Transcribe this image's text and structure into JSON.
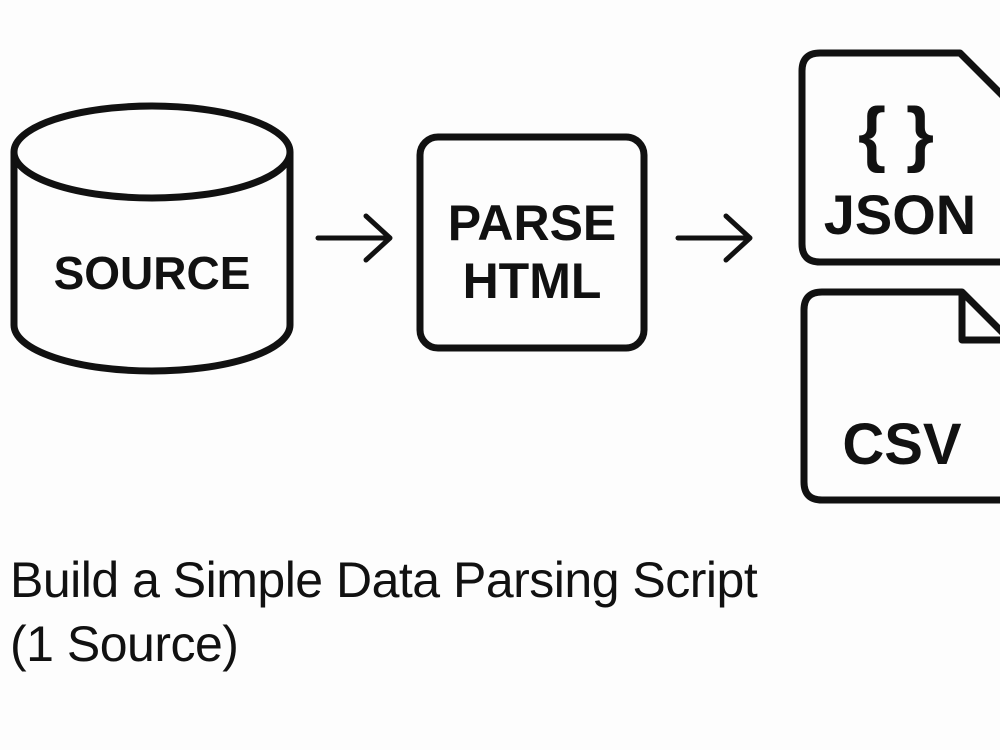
{
  "nodes": {
    "source": {
      "label": "SOURCE"
    },
    "parse": {
      "line1": "PARSE",
      "line2": "HTML"
    },
    "json_output": {
      "icon_text": "{ }",
      "label": "JSON"
    },
    "csv_output": {
      "label": "CSV"
    }
  },
  "caption": {
    "line1": "Build a Simple Data Parsing Script",
    "line2": "(1 Source)"
  },
  "colors": {
    "stroke": "#111111",
    "background": "#fdfdfd"
  },
  "icons": {
    "source": "database-cylinder-icon",
    "arrows": "arrow-right-icon",
    "json_output": "file-document-icon",
    "csv_output": "file-document-icon"
  }
}
